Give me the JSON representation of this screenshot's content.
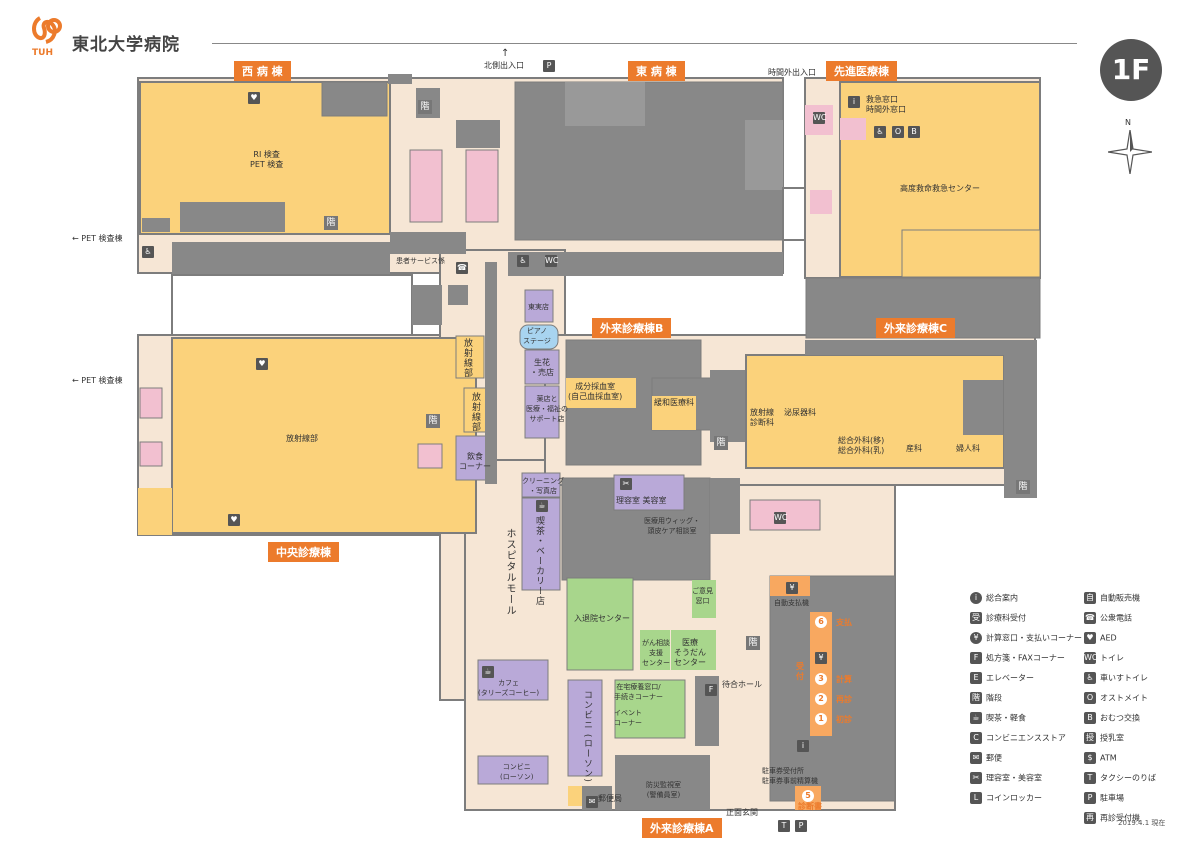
{
  "header": {
    "logo_text": "TUH",
    "title": "東北大学病院",
    "floor": "1F",
    "compass_label": "N"
  },
  "wings": {
    "west": "西 病 棟",
    "east": "東 病 棟",
    "advanced": "先進医療棟",
    "outpatient_b": "外来診療棟B",
    "outpatient_c": "外来診療棟C",
    "central": "中央診療棟",
    "outpatient_a": "外来診療棟A"
  },
  "entrances": {
    "north": "北側出入口",
    "afterhours": "時間外出入口",
    "front": "正面玄関",
    "pet1": "← PET 検査棟",
    "pet2": "← PET 検査棟"
  },
  "rooms": {
    "ri_pet": "RI 検査\nPET 検査",
    "emergency_window": "救急窓口\n時間外窓口",
    "emergency_center": "高度救命救急センター",
    "patient_service": "患者サービス係",
    "east_shop": "東実店",
    "piano": "ピアノ\nステージ",
    "flower": "生花\n・売店",
    "pharmacy": "薬店と\n医療・福祉の\nサポート店",
    "radiology_small": "放射線部",
    "radiology_small2": "放射線部",
    "restaurant": "飲食\nコーナー",
    "radiology_main": "放射線部",
    "blood": "成分採血室\n(自己血採血室)",
    "palliative": "緩和医療科",
    "radiology_dx": "放射線\n診断科",
    "urology": "泌尿器科",
    "general_surgery": "総合外科(移)\n総合外科(乳)",
    "obstetrics": "産科",
    "gynecology": "婦人科",
    "cleaning": "クリーニング\n・写真店",
    "barber": "理容室 美容室",
    "wig": "医療用ウィッグ・\n頭皮ケア相談室",
    "hospital_mall": "ホスピタルモール",
    "bakery": "喫茶・ベーカリー店",
    "admission": "入退院センター",
    "cancer": "がん相談\n支援\nセンター",
    "medical_consult": "医療\nそうだん\nセンター",
    "opinion": "ご意見\n窓口",
    "waiting_hall": "待合ホール",
    "cafe": "カフェ\n(タリーズコーヒー)",
    "conveni1": "コンビニ\n(ローソン)",
    "conveni2": "コンビニ\n(ローソン)",
    "home_care": "在宅療養窓口/\n手続きコーナー",
    "event": "イベント\nコーナー",
    "post": "郵便局",
    "disaster": "防災監視室\n(警備員室)",
    "parking_fee": "駐車券受付所\n駐車券事前精算機",
    "auto_pay": "自動支払機",
    "reception": "受\n付"
  },
  "counters": [
    {
      "num": "6",
      "label": "支払"
    },
    {
      "num": "3",
      "label": "計算"
    },
    {
      "num": "2",
      "label": "再診"
    },
    {
      "num": "1",
      "label": "初診"
    },
    {
      "num": "5",
      "label": "診断書"
    }
  ],
  "legend": [
    {
      "icon": "i",
      "name": "info-icon",
      "label": "総合案内"
    },
    {
      "icon": "受",
      "name": "reception-icon",
      "label": "診療科受付"
    },
    {
      "icon": "¥",
      "name": "payment-icon",
      "label": "計算窓口・支払いコーナー"
    },
    {
      "icon": "F",
      "name": "fax-icon",
      "label": "処方箋・FAXコーナー"
    },
    {
      "icon": "E",
      "name": "elevator-icon",
      "label": "エレベーター"
    },
    {
      "icon": "階",
      "name": "stairs-icon",
      "label": "階段"
    },
    {
      "icon": "☕",
      "name": "cafe-icon",
      "label": "喫茶・軽食"
    },
    {
      "icon": "C",
      "name": "convenience-icon",
      "label": "コンビニエンスストア"
    },
    {
      "icon": "✉",
      "name": "mail-icon",
      "label": "郵便"
    },
    {
      "icon": "✂",
      "name": "barber-icon",
      "label": "理容室・美容室"
    },
    {
      "icon": "L",
      "name": "locker-icon",
      "label": "コインロッカー"
    },
    {
      "icon": "自",
      "name": "vending-icon",
      "label": "自動販売機"
    },
    {
      "icon": "☎",
      "name": "phone-icon",
      "label": "公衆電話"
    },
    {
      "icon": "♥",
      "name": "aed-icon",
      "label": "AED"
    },
    {
      "icon": "WC",
      "name": "toilet-icon",
      "label": "トイレ"
    },
    {
      "icon": "♿",
      "name": "wheelchair-toilet-icon",
      "label": "車いすトイレ"
    },
    {
      "icon": "O",
      "name": "ostomate-icon",
      "label": "オストメイト"
    },
    {
      "icon": "B",
      "name": "diaper-icon",
      "label": "おむつ交換"
    },
    {
      "icon": "授",
      "name": "nursing-icon",
      "label": "授乳室"
    },
    {
      "icon": "$",
      "name": "atm-icon",
      "label": "ATM"
    },
    {
      "icon": "T",
      "name": "taxi-icon",
      "label": "タクシーのりば"
    },
    {
      "icon": "P",
      "name": "parking-icon",
      "label": "駐車場"
    },
    {
      "icon": "再",
      "name": "revisit-icon",
      "label": "再診受付機"
    }
  ],
  "date": "2019.4.1 現在",
  "colors": {
    "department": "#fbd27b",
    "outline": "#7d7d7d",
    "corridor": "#f6e6d5",
    "elevator": "#f2c0d0",
    "shop": "#b9a9d8",
    "admission": "#a8d68c",
    "accent": "#ec7b2c"
  }
}
